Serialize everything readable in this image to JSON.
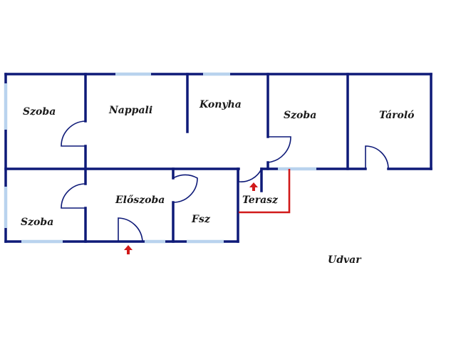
{
  "rooms": {
    "szoba_top_left": "Szoba",
    "nappali": "Nappali",
    "konyha": "Konyha",
    "szoba_top_mid": "Szoba",
    "tarolo": "Tároló",
    "szoba_bottom_left": "Szoba",
    "eloszoba": "Előszoba",
    "fsz": "Fsz",
    "terasz": "Terasz",
    "udvar": "Udvar"
  },
  "colors": {
    "wall": "#0e1a78",
    "window": "#b9d3ee",
    "entrance_arrow": "#d11a1a",
    "terrace_outline": "#d11a1a"
  }
}
